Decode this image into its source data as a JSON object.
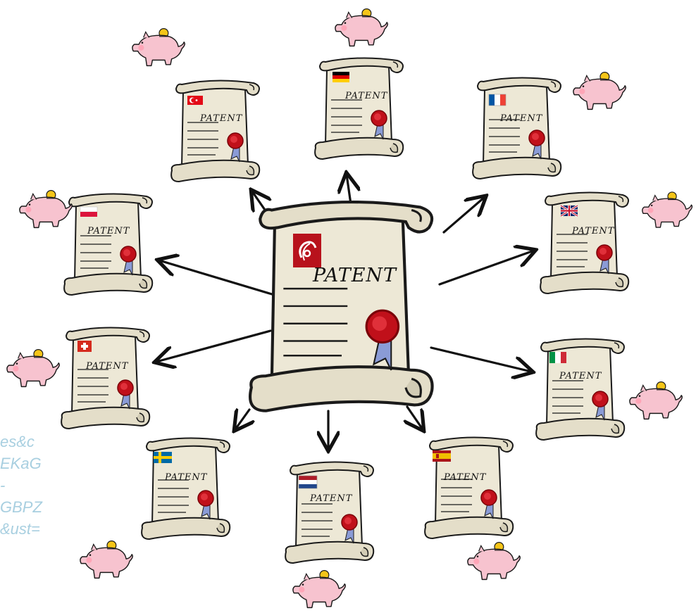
{
  "central": {
    "label": "PATENT",
    "logo": "epo-logo"
  },
  "background_text": [
    "es&c",
    "EKaG",
    "-",
    "GBPZ",
    "&ust="
  ],
  "colors": {
    "paper": "#ede8d6",
    "paper_shade": "#d2ccb5",
    "outline": "#1a1a1a",
    "seal": "#c0101a",
    "ribbon": "#8a9bd6",
    "pig": "#f7c3cf",
    "pig_cheek": "#ff9db0",
    "coin": "#f5c518",
    "arrow": "#111111",
    "background_text": "#a8cfe0"
  },
  "patents": [
    {
      "country": "Turkey",
      "flag": "turkey-flag",
      "label": "PATENT"
    },
    {
      "country": "Germany",
      "flag": "germany-flag",
      "label": "PATENT"
    },
    {
      "country": "France",
      "flag": "france-flag",
      "label": "PATENT"
    },
    {
      "country": "Poland",
      "flag": "poland-flag",
      "label": "PATENT"
    },
    {
      "country": "United Kingdom",
      "flag": "united-kingdom-flag",
      "label": "PATENT"
    },
    {
      "country": "Switzerland",
      "flag": "switzerland-flag",
      "label": "PATENT"
    },
    {
      "country": "Italy",
      "flag": "italy-flag",
      "label": "PATENT"
    },
    {
      "country": "Sweden",
      "flag": "sweden-flag",
      "label": "PATENT"
    },
    {
      "country": "Netherlands",
      "flag": "netherlands-flag",
      "label": "PATENT"
    },
    {
      "country": "Spain",
      "flag": "spain-flag",
      "label": "PATENT"
    }
  ]
}
